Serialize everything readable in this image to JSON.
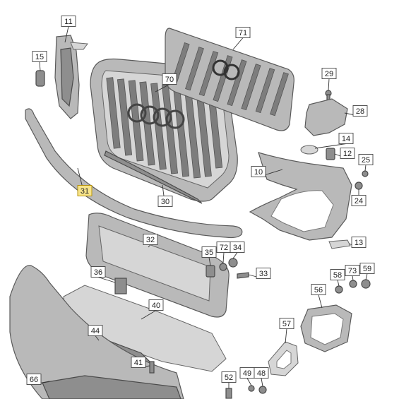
{
  "diagram": {
    "highlight_color": "#f7e48a",
    "parts": [
      {
        "key": "p11",
        "number": "11"
      },
      {
        "key": "p15",
        "number": "15"
      },
      {
        "key": "p70",
        "number": "70"
      },
      {
        "key": "p71",
        "number": "71"
      },
      {
        "key": "p29",
        "number": "29"
      },
      {
        "key": "p28",
        "number": "28"
      },
      {
        "key": "p14",
        "number": "14"
      },
      {
        "key": "p12",
        "number": "12"
      },
      {
        "key": "p25",
        "number": "25"
      },
      {
        "key": "p10",
        "number": "10"
      },
      {
        "key": "p24",
        "number": "24"
      },
      {
        "key": "p31",
        "number": "31",
        "highlighted": true
      },
      {
        "key": "p30",
        "number": "30"
      },
      {
        "key": "p13",
        "number": "13"
      },
      {
        "key": "p32",
        "number": "32"
      },
      {
        "key": "p35",
        "number": "35"
      },
      {
        "key": "p72",
        "number": "72"
      },
      {
        "key": "p34",
        "number": "34"
      },
      {
        "key": "p33",
        "number": "33"
      },
      {
        "key": "p36",
        "number": "36"
      },
      {
        "key": "p58",
        "number": "58"
      },
      {
        "key": "p73",
        "number": "73"
      },
      {
        "key": "p59",
        "number": "59"
      },
      {
        "key": "p56",
        "number": "56"
      },
      {
        "key": "p40",
        "number": "40"
      },
      {
        "key": "p57",
        "number": "57"
      },
      {
        "key": "p44",
        "number": "44"
      },
      {
        "key": "p41",
        "number": "41"
      },
      {
        "key": "p66",
        "number": "66"
      },
      {
        "key": "p52",
        "number": "52"
      },
      {
        "key": "p49",
        "number": "49"
      },
      {
        "key": "p48",
        "number": "48"
      }
    ]
  }
}
